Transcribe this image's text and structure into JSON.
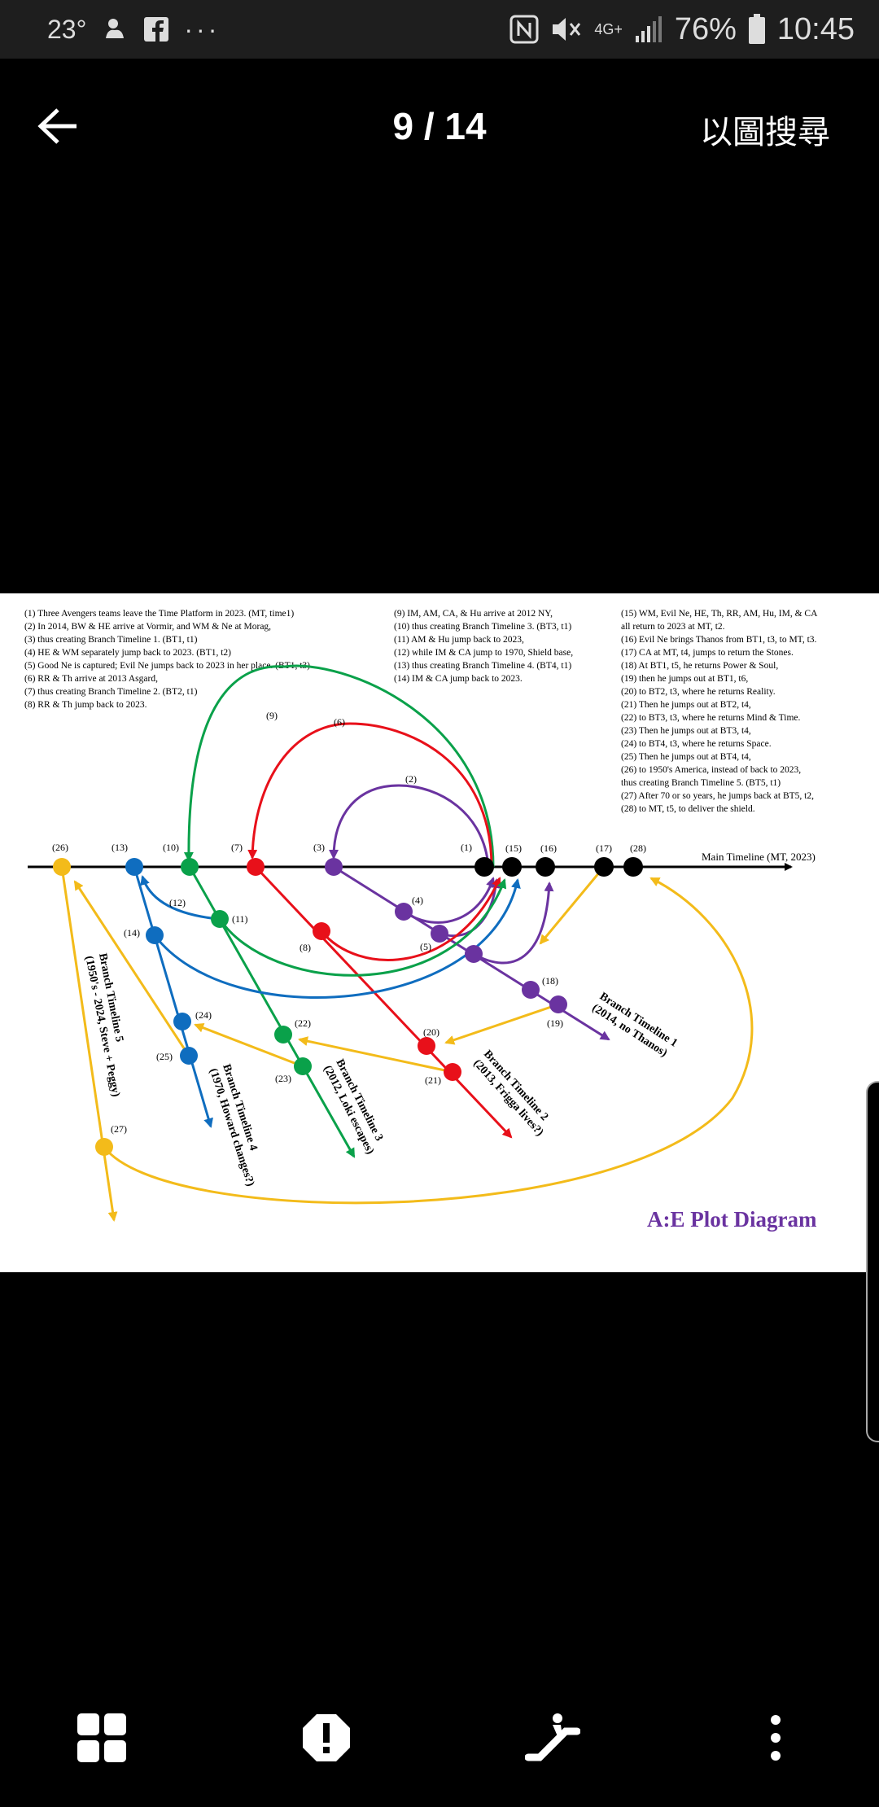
{
  "status_bar": {
    "temperature": "23°",
    "network": "4G+",
    "battery": "76%",
    "time": "10:45",
    "icons": [
      "weather-icon",
      "facebook-icon",
      "more-notifications-icon",
      "nfc-icon",
      "mute-icon",
      "signal-icon",
      "battery-icon"
    ]
  },
  "viewer": {
    "counter": "9 / 14",
    "search_label": "以圖搜尋"
  },
  "bottom_bar": {
    "icons": [
      "grid-icon",
      "report-icon",
      "escalator-icon",
      "more-vert-icon"
    ]
  },
  "diagram": {
    "title": "A:E Plot Diagram",
    "main_timeline_label": "Main Timeline (MT, 2023)",
    "notes_col1": [
      "(1) Three Avengers teams leave the Time Platform in 2023. (MT, time1)",
      "(2) In 2014, BW & HE arrive at Vormir, and WM & Ne at Morag,",
      "(3) thus creating Branch Timeline 1. (BT1, t1)",
      "(4) HE & WM separately jump back to 2023. (BT1, t2)",
      "(5) Good Ne is captured; Evil Ne jumps back to 2023 in her place. (BT1, t3)",
      "(6) RR & Th arrive at 2013 Asgard,",
      "(7) thus creating Branch Timeline 2. (BT2, t1)",
      "(8) RR & Th jump back to 2023."
    ],
    "notes_col2": [
      "(9) IM, AM, CA, & Hu arrive at 2012 NY,",
      "(10) thus creating Branch Timeline 3. (BT3, t1)",
      "(11) AM & Hu jump back to 2023,",
      "(12) while IM & CA jump to 1970, Shield base,",
      "(13) thus creating Branch Timeline 4. (BT4, t1)",
      "(14) IM & CA jump back to 2023."
    ],
    "notes_col3": [
      "(15) WM, Evil Ne, HE, Th, RR, AM, Hu, IM, & CA",
      "all return to 2023 at MT, t2.",
      "(16) Evil Ne brings Thanos from BT1, t3, to MT, t3.",
      "(17) CA at MT, t4, jumps to return the Stones.",
      "(18) At BT1, t5, he returns Power & Soul,",
      "(19) then he jumps out at BT1, t6,",
      "(20) to BT2, t3, where he returns Reality.",
      "(21) Then he jumps out at BT2, t4,",
      "(22) to BT3, t3, where he returns Mind & Time.",
      "(23) Then he jumps out at BT3, t4,",
      "(24) to BT4, t3, where he returns Space.",
      "(25) Then he jumps out at BT4, t4,",
      "(26) to 1950's America, instead of back to 2023,",
      "thus creating Branch Timeline 5. (BT5, t1)",
      "(27) After 70 or so years, he jumps back at BT5, t2,",
      "(28) to MT, t5, to deliver the shield."
    ],
    "branch_labels": {
      "bt1": [
        "Branch Timeline 1",
        "(2014, no Thanos)"
      ],
      "bt2": [
        "Branch Timeline 2",
        "(2013, Frigga lives?)"
      ],
      "bt3": [
        "Branch Timeline 3",
        "(2012, Loki escapes)"
      ],
      "bt4": [
        "Branch Timeline 4",
        "(1970, Howard changes?)"
      ],
      "bt5": [
        "Branch Timeline 5",
        "(1950's - 2024, Steve + Peggy)"
      ]
    },
    "point_labels": [
      "(1)",
      "(2)",
      "(3)",
      "(4)",
      "(5)",
      "(6)",
      "(7)",
      "(8)",
      "(9)",
      "(10)",
      "(11)",
      "(12)",
      "(13)",
      "(14)",
      "(15)",
      "(16)",
      "(17)",
      "(18)",
      "(19)",
      "(20)",
      "(21)",
      "(22)",
      "(23)",
      "(24)",
      "(25)",
      "(26)",
      "(27)",
      "(28)"
    ],
    "colors": {
      "bt1": "#6a33a0",
      "bt2": "#e8101a",
      "bt3": "#0aa14a",
      "bt4": "#0f6dbf",
      "bt5": "#f3bb1a",
      "main": "#000000",
      "title": "#6a33a0"
    }
  }
}
